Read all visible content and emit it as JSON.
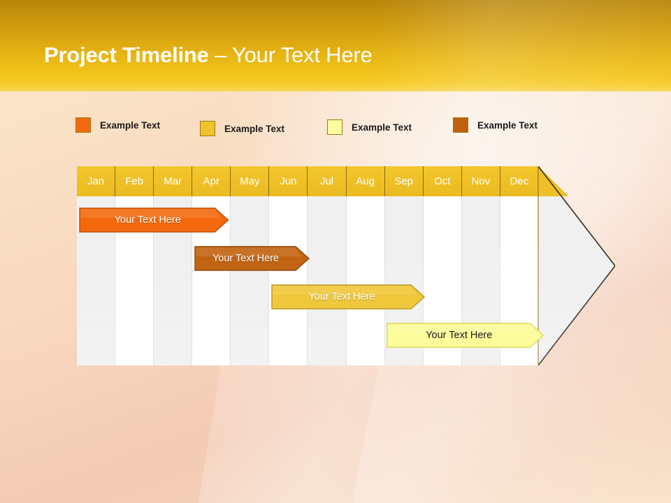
{
  "slide": {
    "title_bold": "Project Timeline",
    "title_regular": " – Your Text Here",
    "header_color": "#e8b614",
    "background_color": "#f7d6bd"
  },
  "legend": {
    "items": [
      {
        "label": "Example Text",
        "color": "#f4690d",
        "swatch_name": "legend-swatch-orange"
      },
      {
        "label": "Example Text",
        "color": "#f0c32c",
        "swatch_name": "legend-swatch-gold"
      },
      {
        "label": "Example Text",
        "color": "#fcfca0",
        "swatch_name": "legend-swatch-pale-yellow"
      },
      {
        "label": "Example Text",
        "color": "#c0600c",
        "swatch_name": "legend-swatch-brown"
      }
    ]
  },
  "chart_data": {
    "type": "bar",
    "title": "Project Timeline",
    "xlabel": "",
    "ylabel": "",
    "categories": [
      "Jan",
      "Feb",
      "Mar",
      "Apr",
      "May",
      "Jun",
      "Jul",
      "Aug",
      "Sep",
      "Oct",
      "Nov",
      "Dec"
    ],
    "axis_header_color": "#f0c32c",
    "grid": true,
    "legend_position": "top",
    "series": [
      {
        "name": "Example Text",
        "label": "Your  Text Here",
        "color": "#f4690d",
        "border": "#c0500a",
        "text_color": "#ffffff",
        "start_month": "Jan",
        "end_month": "Apr",
        "start_index": 0,
        "span": 3.9
      },
      {
        "name": "Example Text",
        "label": "Your  Text Here",
        "color": "#c0600c",
        "border": "#8f4508",
        "text_color": "#ffffff",
        "start_month": "Apr",
        "end_month": "Jul",
        "start_index": 3,
        "span": 3.0
      },
      {
        "name": "Example Text",
        "label": "Your  Text Here",
        "color": "#efc32c",
        "border": "#b98f10",
        "text_color": "#ffffff",
        "start_month": "Jun",
        "end_month": "Sep",
        "start_index": 5,
        "span": 4.0
      },
      {
        "name": "Example Text",
        "label": "Your  Text Here",
        "color": "#fcfc8e",
        "border": "#d4d43a",
        "text_color": "#1a1a1a",
        "start_month": "Sep",
        "end_month": "Dec",
        "start_index": 8,
        "span": 4.1
      }
    ]
  }
}
